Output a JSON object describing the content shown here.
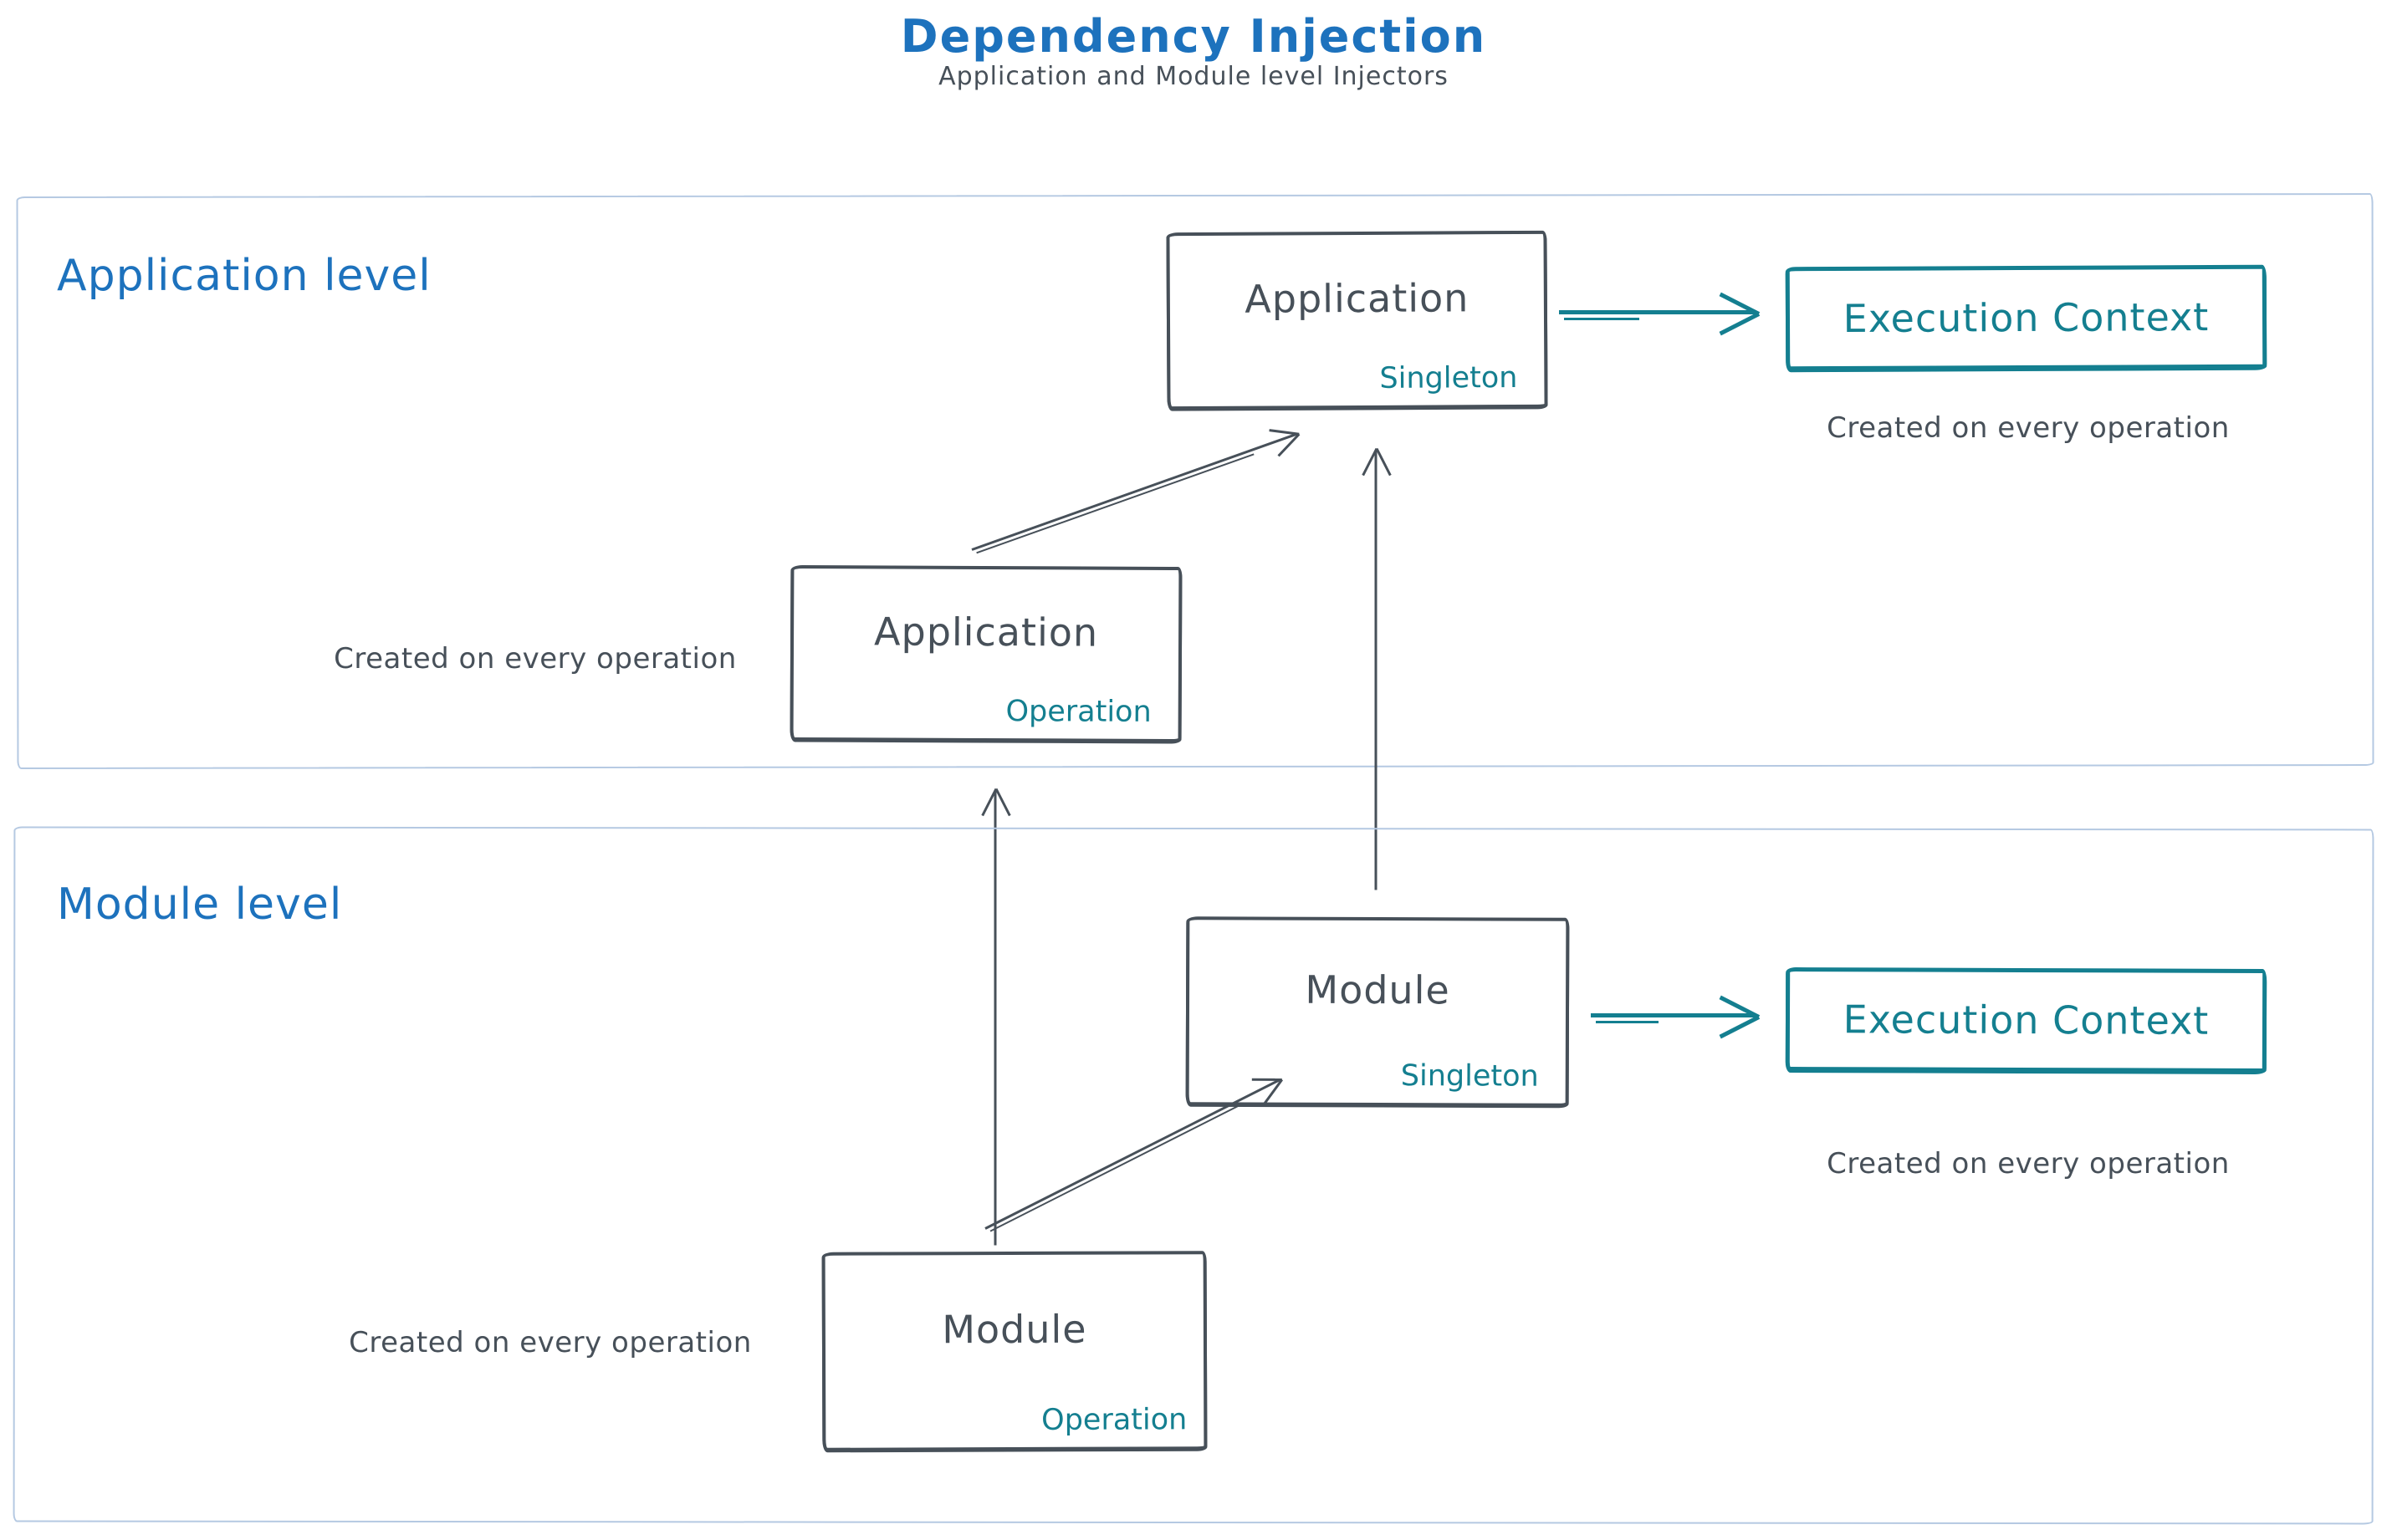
{
  "title": "Dependency Injection",
  "subtitle": "Application and Module level Injectors",
  "colors": {
    "blue": "#1d72bd",
    "ink": "#475059",
    "teal": "#147f90",
    "frame": "#b5c9e2",
    "bg": "#ffffff"
  },
  "app_level": {
    "label": "Application level",
    "singleton_box": {
      "name": "Application",
      "scope": "Singleton"
    },
    "operation_box": {
      "name": "Application",
      "scope": "Operation"
    },
    "operation_caption": "Created on every operation",
    "execution_context": {
      "label": "Execution Context",
      "caption": "Created on every operation"
    }
  },
  "module_level": {
    "label": "Module level",
    "singleton_box": {
      "name": "Module",
      "scope": "Singleton"
    },
    "operation_box": {
      "name": "Module",
      "scope": "Operation"
    },
    "operation_caption": "Created on every operation",
    "execution_context": {
      "label": "Execution Context",
      "caption": "Created on every operation"
    }
  },
  "edges": [
    {
      "from": "application-operation",
      "to": "application-singleton",
      "color": "ink"
    },
    {
      "from": "application-singleton",
      "to": "application-execution-context",
      "color": "teal"
    },
    {
      "from": "module-singleton",
      "to": "application-singleton",
      "color": "ink"
    },
    {
      "from": "module-operation",
      "to": "application-operation",
      "color": "ink"
    },
    {
      "from": "module-operation",
      "to": "module-singleton",
      "color": "ink"
    },
    {
      "from": "module-singleton",
      "to": "module-execution-context",
      "color": "teal"
    }
  ]
}
